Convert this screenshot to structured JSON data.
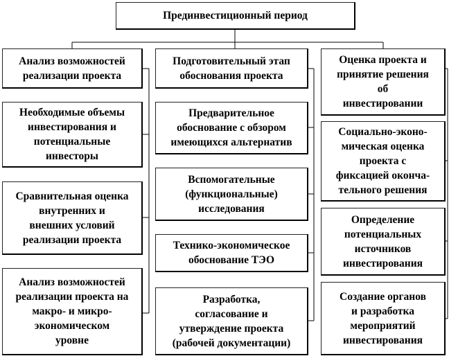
{
  "root": {
    "label": "Прединвестиционный период"
  },
  "columns": [
    {
      "header": "Анализ возможностей\nреализации проекта",
      "items": [
        "Необходимые объемы\nинвестирования и\nпотенциальные\nинвесторы",
        "Сравнительная оценка\nвнутренних и\nвнешних условий\nреализации проекта",
        "Анализ возможностей\nреализации проекта на\nмакро- и микро-\nэкономическом\nуровне"
      ]
    },
    {
      "header": "Подготовительный этап\nобоснования проекта",
      "items": [
        "Предварительное\nобоснование с обзором\nимеющихся альтернатив",
        "Вспомогательные\n(функциональные)\nисследования",
        "Технико-экономическое\nобоснование ТЭО",
        "Разработка,\nсогласование и\nутверждение проекта\n(рабочей документации)"
      ]
    },
    {
      "header": "Оценка проекта и\nпринятие решения\nоб\nинвестировании",
      "items": [
        "Социально-эконо-\nмическая оценка\nпроекта с\nфиксацией оконча-\nтельного решения",
        "Определение\nпотенциальных\nисточников\nинвестирования",
        "Создание органов\nи разработка\nмероприятий\nинвестирования"
      ]
    }
  ]
}
